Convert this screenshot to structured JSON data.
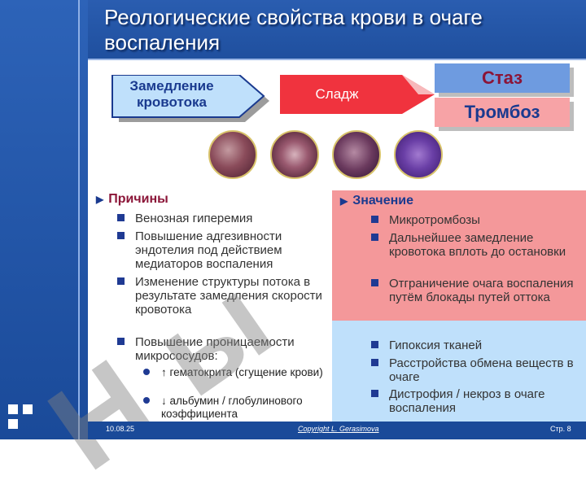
{
  "slide": {
    "title": "Реологические свойства крови в очаге воспаления"
  },
  "flow": {
    "step1": "Замедление кровотока",
    "step2": "Сладж",
    "outcome1": "Стаз",
    "outcome2": "Тромбоз"
  },
  "left": {
    "heading": "Причины",
    "items": [
      "Венозная гиперемия",
      "Повышение адгезивности эндотелия под действием медиаторов воспаления",
      "Изменение структуры потока в результате замедления скорости кровотока",
      "Повышение проницаемости микрососудов:"
    ],
    "subitems": [
      "↑ гематокрита (сгущение крови)",
      "↓ альбумин / глобулинового коэффициента"
    ]
  },
  "right": {
    "heading": "Значение",
    "items_top": [
      "Микротромбозы",
      "Дальнейшее замедление кровотока вплоть до остановки",
      "Отграничение очага воспаления путём блокады путей оттока"
    ],
    "items_bottom": [
      "Гипоксия тканей",
      "Расстройства обмена веществ в очаге",
      "Дистрофия / некроз в очаге воспаления"
    ]
  },
  "footer": {
    "date": "10.08.25",
    "copyright": "Copyright L. Gerasimova",
    "page": "Стр. 8"
  },
  "watermark": "Н     ы",
  "colors": {
    "header": "#2a5db0",
    "sludge": "#f0333e",
    "stasis": "#6e9be0",
    "thrombosis": "#f7a3a6",
    "panel_pink": "#f4989a",
    "panel_blue": "#bfe0fb",
    "heading_red": "#8b1538"
  }
}
